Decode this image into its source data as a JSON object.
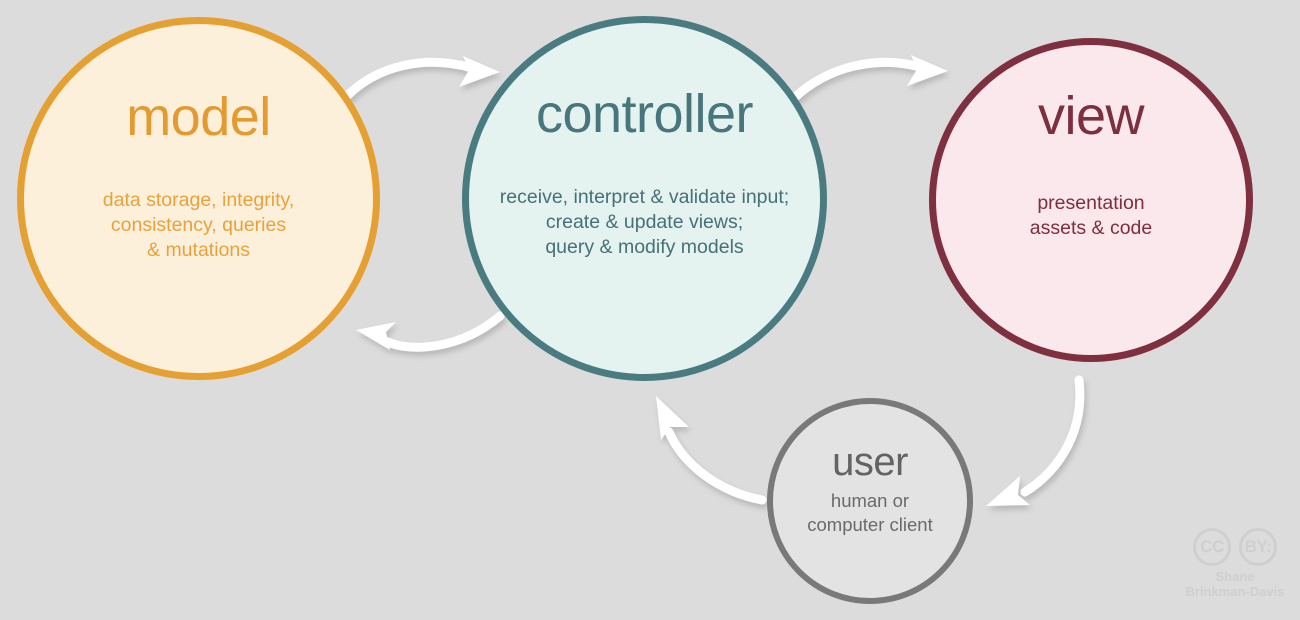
{
  "diagram": {
    "title": "Model-View-Controller architecture diagram",
    "background_color": "#dcdcdc",
    "nodes": [
      {
        "id": "model",
        "title": "model",
        "description": "data storage, integrity,\nconsistency, queries\n& mutations",
        "fill_color": "#fdf0db",
        "border_color": "#e5a033",
        "text_color": "#e49a2e"
      },
      {
        "id": "controller",
        "title": "controller",
        "description": "receive, interpret & validate input;\ncreate & update views;\nquery & modify models",
        "fill_color": "#e4f2f0",
        "border_color": "#4a7b80",
        "text_color": "#47767c"
      },
      {
        "id": "view",
        "title": "view",
        "description": "presentation\nassets & code",
        "fill_color": "#fbe8ec",
        "border_color": "#7e3040",
        "text_color": "#7c2f3f"
      },
      {
        "id": "user",
        "title": "user",
        "description": "human or\ncomputer client",
        "fill_color": "#e3e3e3",
        "border_color": "#797979",
        "text_color": "#636363"
      }
    ],
    "arrows": [
      {
        "id": "model-to-controller",
        "from": "model",
        "to": "controller",
        "color": "#ffffff"
      },
      {
        "id": "controller-to-model",
        "from": "controller",
        "to": "model",
        "color": "#ffffff"
      },
      {
        "id": "controller-to-view",
        "from": "controller",
        "to": "view",
        "color": "#ffffff"
      },
      {
        "id": "view-to-user",
        "from": "view",
        "to": "user",
        "color": "#ffffff"
      },
      {
        "id": "user-to-controller",
        "from": "user",
        "to": "controller",
        "color": "#ffffff"
      }
    ]
  },
  "attribution": {
    "license_mark": "CC",
    "by_mark": "BY:",
    "author": "Shane\nBrinkman-Davis",
    "color": "#cfcfcf"
  }
}
